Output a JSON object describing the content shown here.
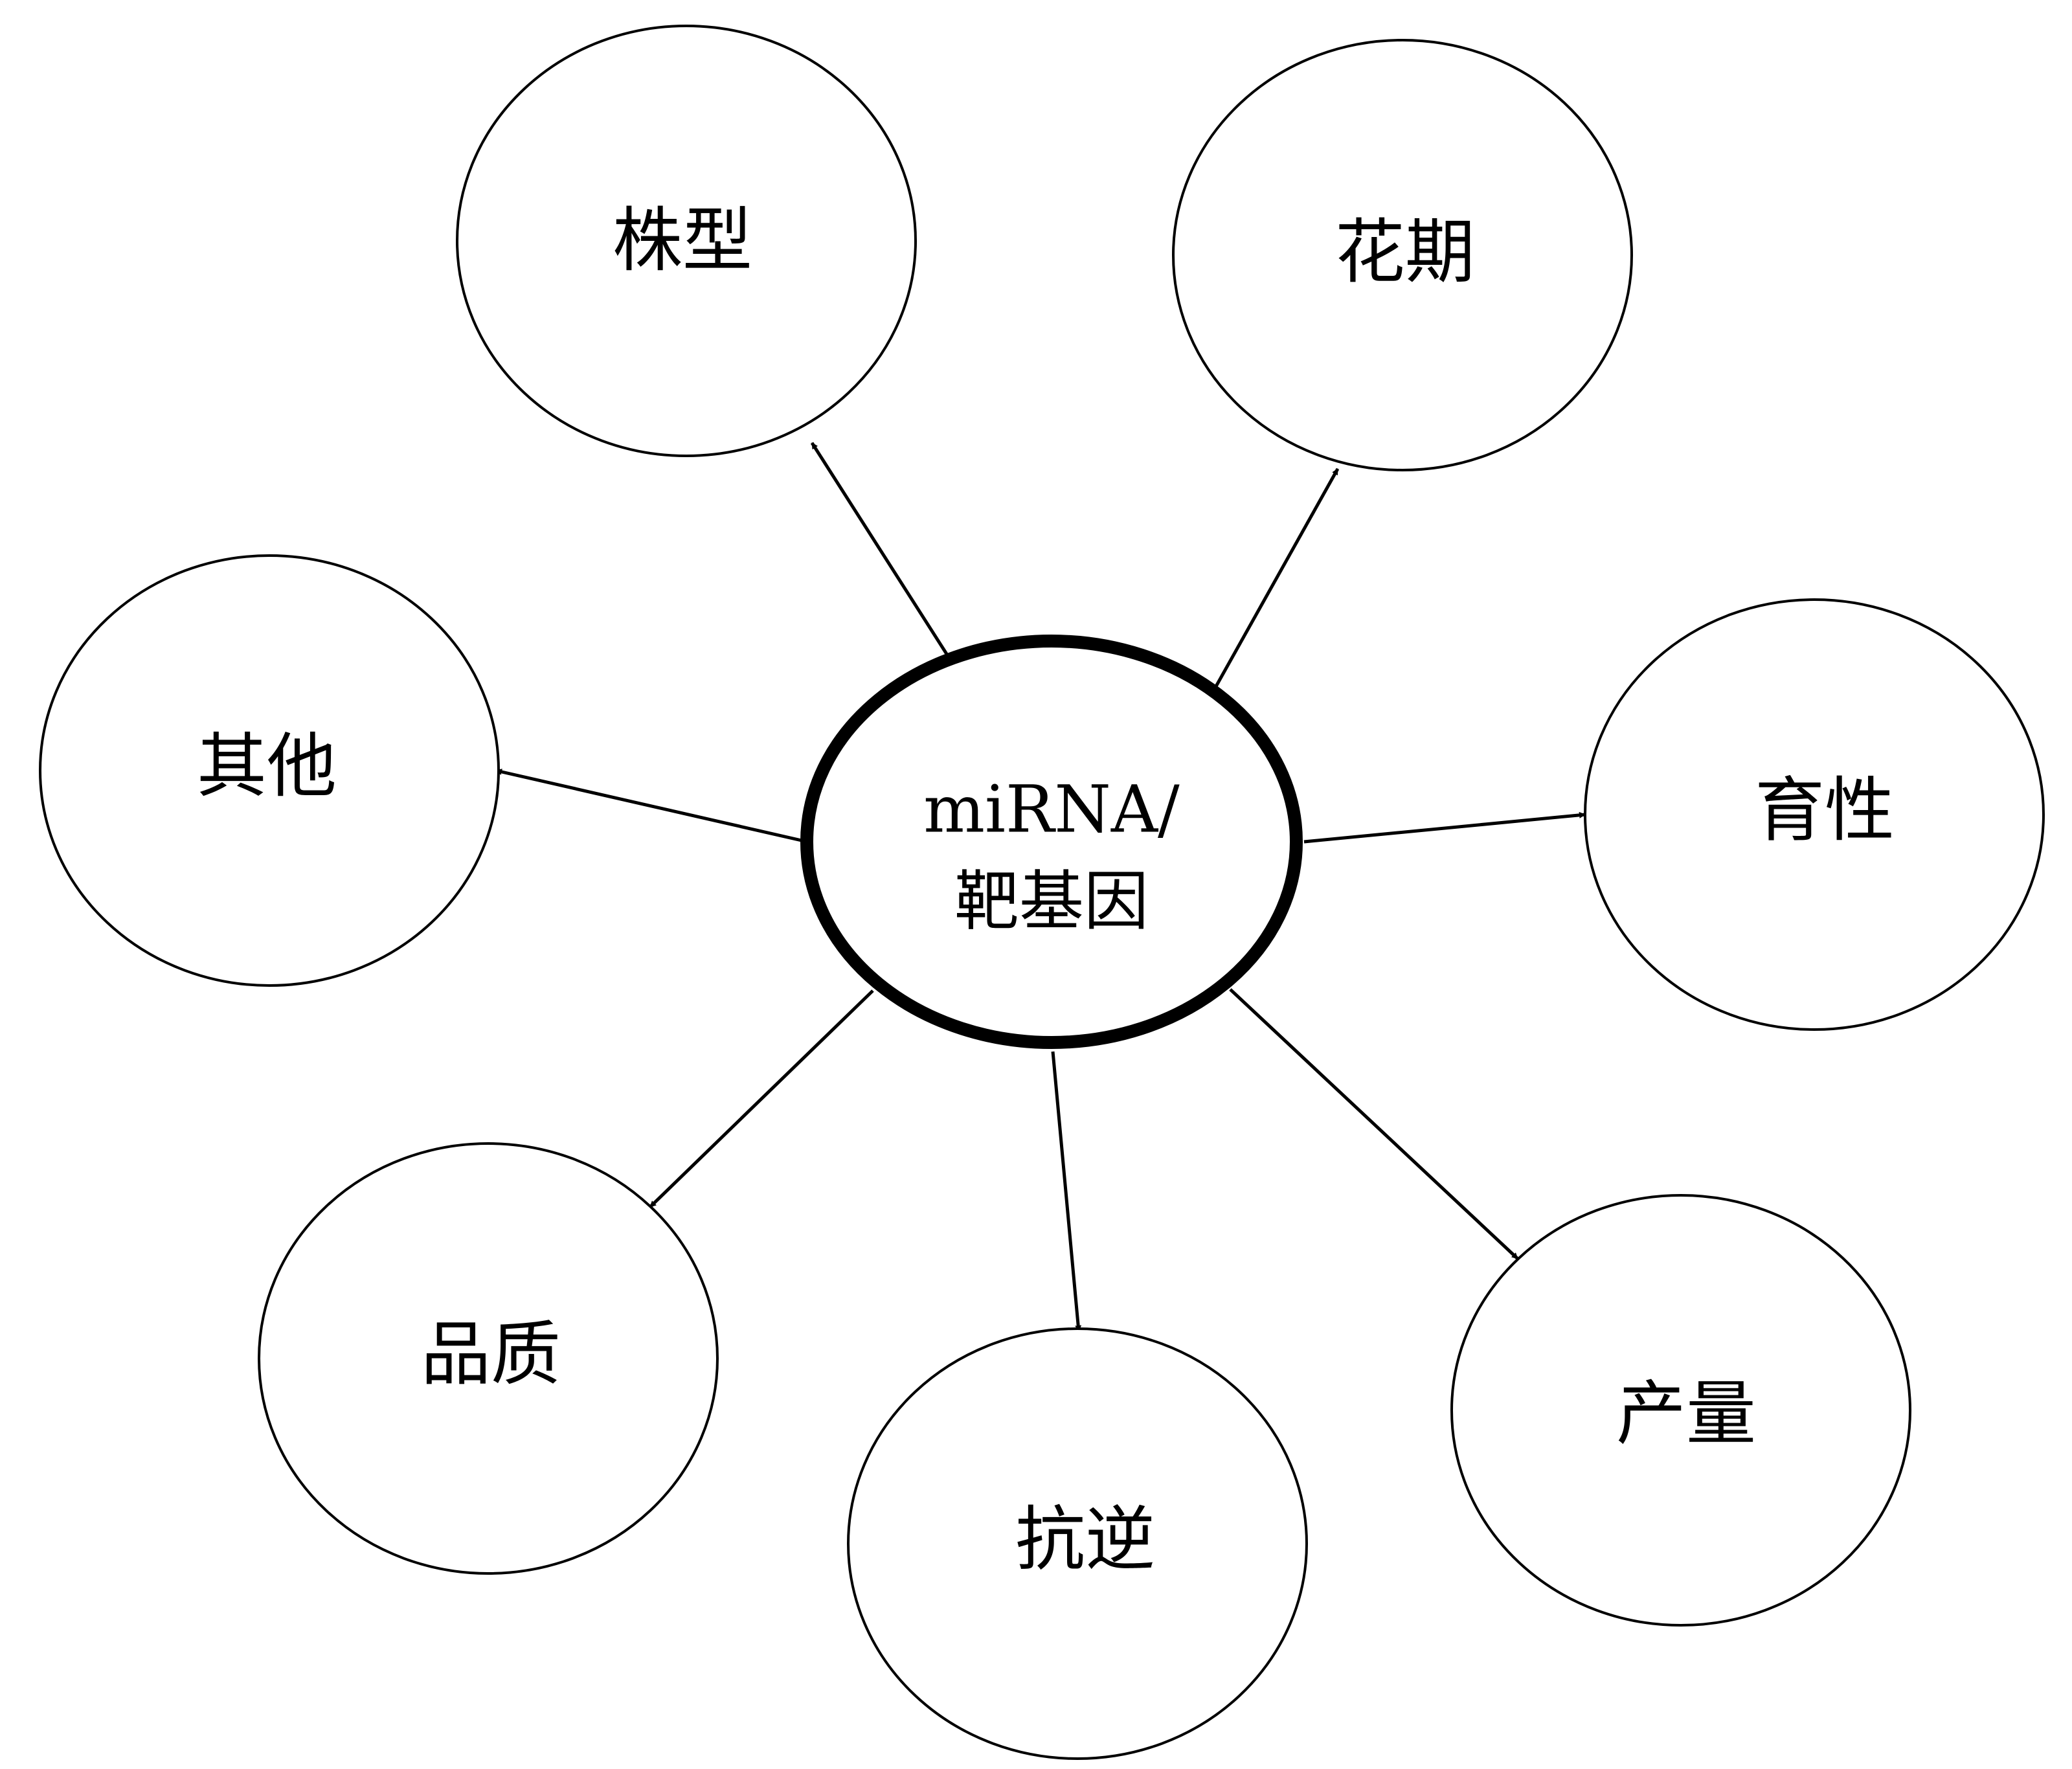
{
  "center": {
    "line1": "miRNA/",
    "line2": "靶基因"
  },
  "nodes": [
    {
      "id": "plant-type",
      "label": "株型"
    },
    {
      "id": "flowering",
      "label": "花期"
    },
    {
      "id": "other",
      "label": "其他"
    },
    {
      "id": "fertility",
      "label": "育性"
    },
    {
      "id": "quality",
      "label": "品质"
    },
    {
      "id": "stress-resistance",
      "label": "抗逆"
    },
    {
      "id": "yield",
      "label": "产量"
    }
  ],
  "colors": {
    "stroke": "#000000",
    "background": "#ffffff"
  }
}
